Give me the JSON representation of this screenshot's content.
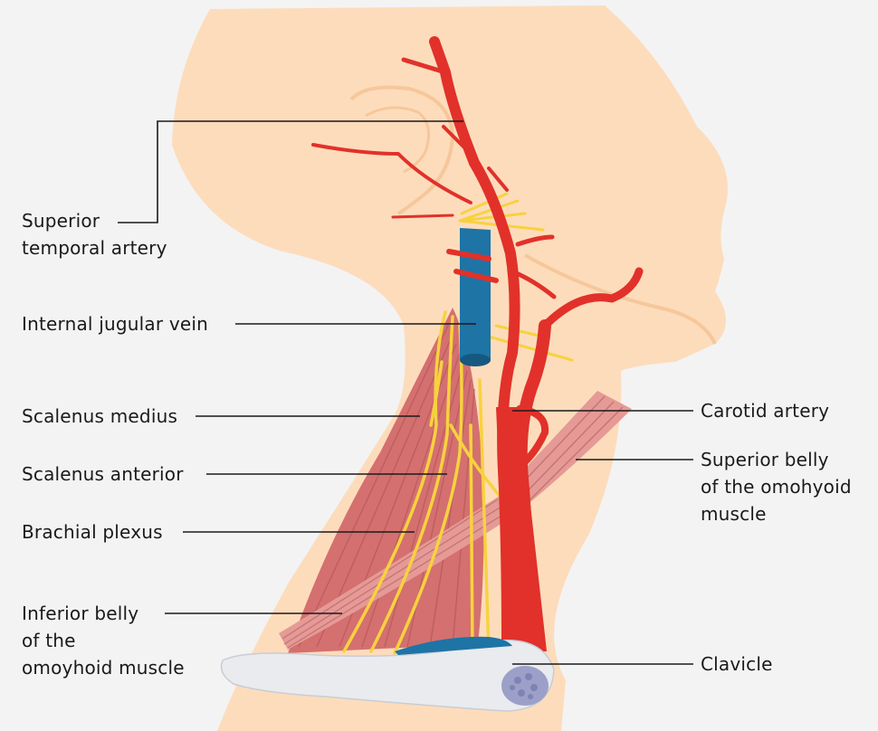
{
  "diagram": {
    "labels": {
      "superior_temporal_artery": [
        "Superior",
        "temporal artery"
      ],
      "internal_jugular_vein": "Internal jugular vein",
      "scalenus_medius": "Scalenus medius",
      "scalenus_anterior": "Scalenus anterior",
      "brachial_plexus": "Brachial plexus",
      "inferior_belly": [
        "Inferior belly",
        "of the",
        "omoyhoid muscle"
      ],
      "carotid_artery": "Carotid artery",
      "superior_belly": [
        "Superior belly",
        "of the omohyoid",
        "muscle"
      ],
      "clavicle": "Clavicle"
    },
    "colors": {
      "skin": "#fddcbc",
      "skin_line": "#f6c79a",
      "artery": "#e1312a",
      "vein": "#1e74a5",
      "nerve": "#f7d23e",
      "muscle": "#d4706f",
      "muscle_light": "#e59a96",
      "bone": "#e9ebef",
      "leader": "#1a1a1a"
    }
  }
}
